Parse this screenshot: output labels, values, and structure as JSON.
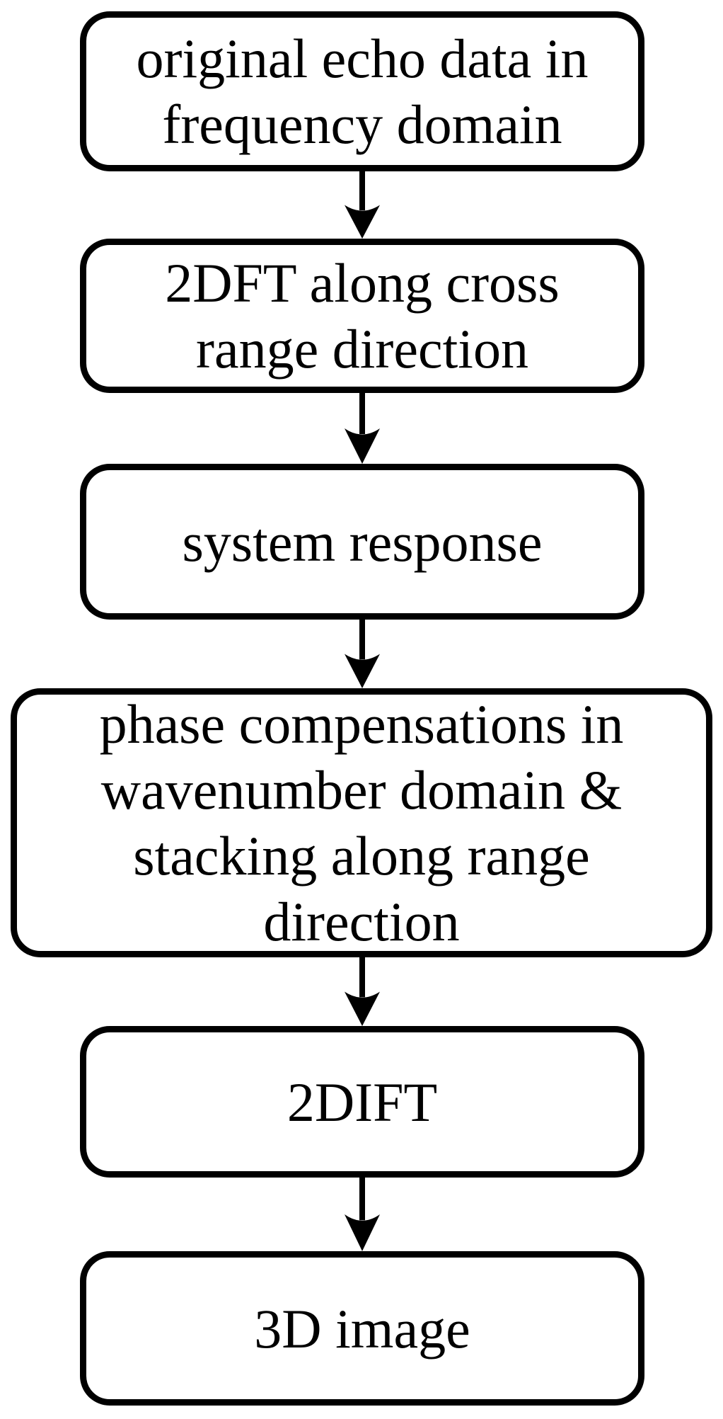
{
  "page": {
    "background_color": "#ffffff",
    "stroke_color": "#000000",
    "text_color": "#000000"
  },
  "flowchart": {
    "nodes": [
      {
        "id": "original-echo-data",
        "lines": [
          "original echo data in",
          "frequency domain"
        ]
      },
      {
        "id": "2dft-cross-range",
        "lines": [
          "2DFT along cross",
          "range direction"
        ]
      },
      {
        "id": "system-response",
        "lines": [
          "system response"
        ]
      },
      {
        "id": "phase-compensation-stacking",
        "lines": [
          "phase compensations in",
          "wavenumber domain &",
          "stacking along range",
          "direction"
        ]
      },
      {
        "id": "2dift",
        "lines": [
          "2DIFT"
        ]
      },
      {
        "id": "3d-image",
        "lines": [
          "3D image"
        ]
      }
    ],
    "connectors": [
      {
        "from": "original-echo-data",
        "to": "2dft-cross-range"
      },
      {
        "from": "2dft-cross-range",
        "to": "system-response"
      },
      {
        "from": "system-response",
        "to": "phase-compensation-stacking"
      },
      {
        "from": "phase-compensation-stacking",
        "to": "2dift"
      },
      {
        "from": "2dift",
        "to": "3d-image"
      }
    ]
  }
}
